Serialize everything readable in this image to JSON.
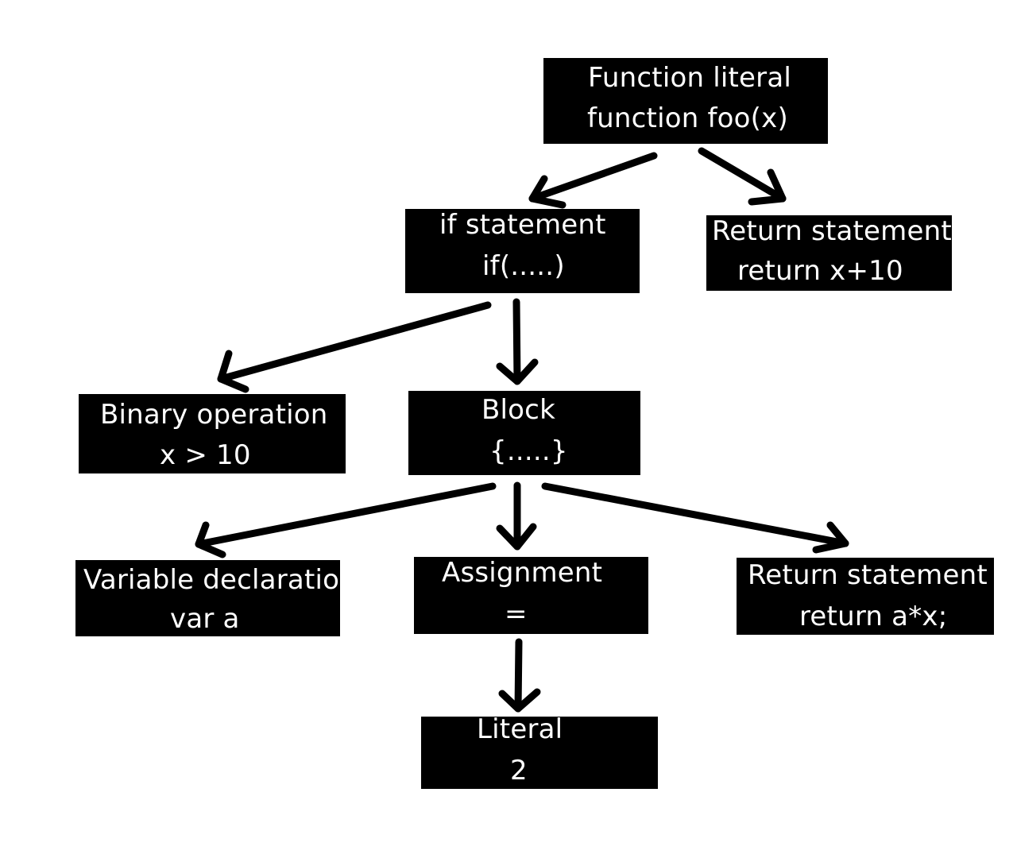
{
  "diagram": {
    "nodes": {
      "function_literal": {
        "line1": "Function literal",
        "line2": "function foo(x)"
      },
      "if_statement": {
        "line1": "if statement",
        "line2": "if(.....)"
      },
      "return_statement_outer": {
        "line1": "Return statement",
        "line2": "return x+10"
      },
      "binary_operation": {
        "line1": "Binary operation",
        "line2": "x > 10"
      },
      "block": {
        "line1": "Block",
        "line2": "{.....}"
      },
      "variable_declaration": {
        "line1": "Variable declaration",
        "line2": "var a"
      },
      "assignment": {
        "line1": "Assignment",
        "line2": "="
      },
      "return_statement_inner": {
        "line1": "Return statement",
        "line2": "return a*x;"
      },
      "literal": {
        "line1": "Literal",
        "line2": "2"
      }
    },
    "edges": [
      {
        "from": "function_literal",
        "to": "if_statement"
      },
      {
        "from": "function_literal",
        "to": "return_statement_outer"
      },
      {
        "from": "if_statement",
        "to": "binary_operation"
      },
      {
        "from": "if_statement",
        "to": "block"
      },
      {
        "from": "block",
        "to": "variable_declaration"
      },
      {
        "from": "block",
        "to": "assignment"
      },
      {
        "from": "block",
        "to": "return_statement_inner"
      },
      {
        "from": "assignment",
        "to": "literal"
      }
    ],
    "colors": {
      "node_fill": "#000000",
      "node_text": "#ffffff",
      "edge": "#000000",
      "background": "#ffffff"
    }
  }
}
